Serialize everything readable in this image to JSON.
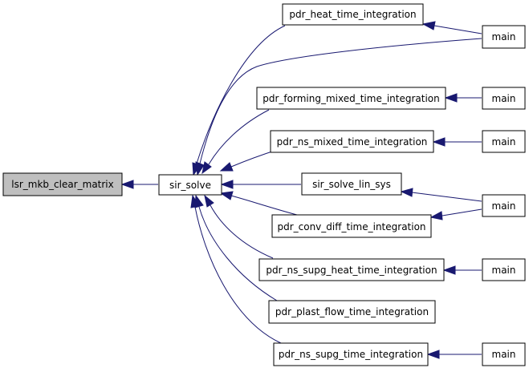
{
  "colors": {
    "edge": "#191970",
    "highlight_fill": "#bfbfbf",
    "node_fill": "#ffffff",
    "node_border": "#000000"
  },
  "nodes": {
    "lsr_mkb_clear_matrix": "lsr_mkb_clear_matrix",
    "sir_solve": "sir_solve",
    "pdr_heat_time_integration": "pdr_heat_time_integration",
    "pdr_forming_mixed_time_integration": "pdr_forming_mixed_time_integration",
    "pdr_ns_mixed_time_integration": "pdr_ns_mixed_time_integration",
    "sir_solve_lin_sys": "sir_solve_lin_sys",
    "pdr_conv_diff_time_integration": "pdr_conv_diff_time_integration",
    "pdr_ns_supg_heat_time_integration": "pdr_ns_supg_heat_time_integration",
    "pdr_plast_flow_time_integration": "pdr_plast_flow_time_integration",
    "pdr_ns_supg_time_integration": "pdr_ns_supg_time_integration",
    "main_1": "main",
    "main_2": "main",
    "main_3": "main",
    "main_4": "main",
    "main_5": "main",
    "main_6": "main"
  }
}
